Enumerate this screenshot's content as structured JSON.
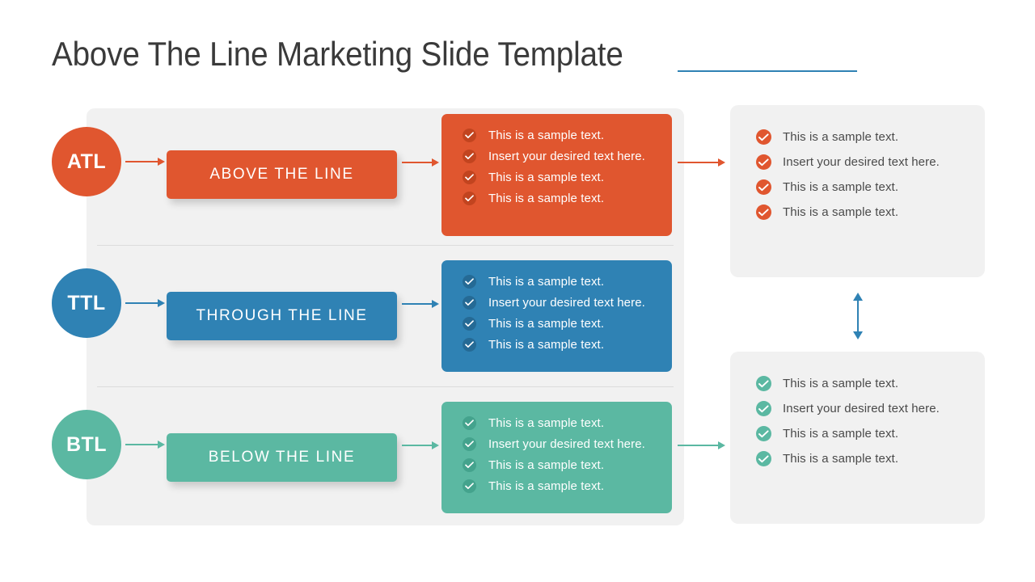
{
  "slide": {
    "title": "Above The Line Marketing Slide Template",
    "background": "#ffffff",
    "panel_background": "#f1f1f1"
  },
  "colors": {
    "atl": "#e0562f",
    "atl_dark": "#c2441f",
    "ttl": "#2f82b4",
    "ttl_dark": "#256a95",
    "btl": "#5bb8a2",
    "btl_dark": "#44a38d",
    "divider": "#dcdcdc",
    "body_text": "#4a4a4a",
    "title_text": "#3a3a3a"
  },
  "rows": [
    {
      "id": "atl",
      "badge": "ATL",
      "label": "ABOVE THE LINE",
      "accent": "#e0562f",
      "accent_dark": "#c2441f",
      "bullets": [
        "This is a sample text.",
        "Insert your desired text  here.",
        "This is a sample text.",
        "This is a sample text."
      ]
    },
    {
      "id": "ttl",
      "badge": "TTL",
      "label": "THROUGH THE LINE",
      "accent": "#2f82b4",
      "accent_dark": "#256a95",
      "bullets": [
        "This is a sample text.",
        "Insert your desired text  here.",
        "This is a sample text.",
        "This is a sample text."
      ]
    },
    {
      "id": "btl",
      "badge": "BTL",
      "label": "BELOW THE LINE",
      "accent": "#5bb8a2",
      "accent_dark": "#44a38d",
      "bullets": [
        "This is a sample text.",
        "Insert your desired text  here.",
        "This is a sample text.",
        "This is a sample text."
      ]
    }
  ],
  "side_panels": [
    {
      "id": "top",
      "accent": "#e0562f",
      "bullets": [
        "This is a sample text.",
        "Insert your desired text  here.",
        "This is a sample text.",
        "This is a sample text."
      ]
    },
    {
      "id": "bottom",
      "accent": "#5bb8a2",
      "bullets": [
        "This is a sample text.",
        "Insert your desired text  here.",
        "This is a sample text.",
        "This is a sample text."
      ]
    }
  ],
  "connectors": {
    "vertical_double_arrow_color": "#2f82b4"
  }
}
